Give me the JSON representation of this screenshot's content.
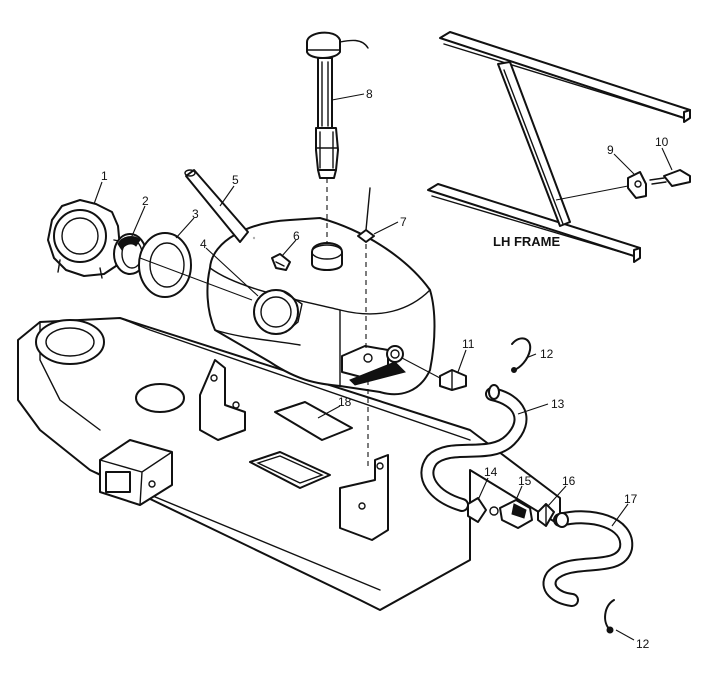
{
  "callouts": {
    "c1": "1",
    "c2": "2",
    "c3": "3",
    "c4": "4",
    "c5": "5",
    "c6": "6",
    "c7": "7",
    "c8": "8",
    "c9": "9",
    "c10": "10",
    "c11": "11",
    "c12a": "12",
    "c12b": "12",
    "c13": "13",
    "c14": "14",
    "c15": "15",
    "c16": "16",
    "c17": "17",
    "c18": "18"
  },
  "labels": {
    "frame": "LH FRAME"
  }
}
